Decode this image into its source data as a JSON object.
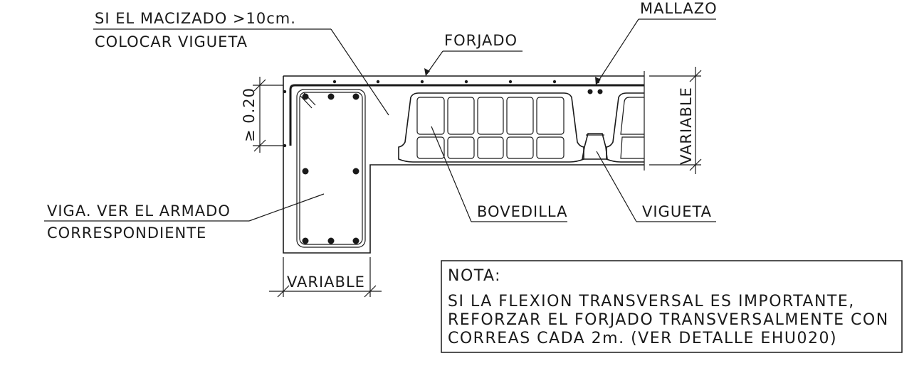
{
  "labels": {
    "macizado_line1": "SI EL MACIZADO >10cm.",
    "macizado_line2": "COLOCAR VIGUETA",
    "forjado": "FORJADO",
    "mallazo": "MALLAZO",
    "variable_right": "VARIABLE",
    "dim_020": "≥ 0.20",
    "viga_line1": "VIGA. VER EL ARMADO",
    "viga_line2": "CORRESPONDIENTE",
    "bovedilla": "BOVEDILLA",
    "vigueta": "VIGUETA",
    "variable_bottom": "VARIABLE"
  },
  "note": {
    "title": "NOTA:",
    "line1": "SI LA FLEXION TRANSVERSAL ES IMPORTANTE,",
    "line2": "REFORZAR EL FORJADO TRANSVERSALMENTE CON",
    "line3": "CORREAS CADA 2m. (VER DETALLE EHU020)"
  }
}
